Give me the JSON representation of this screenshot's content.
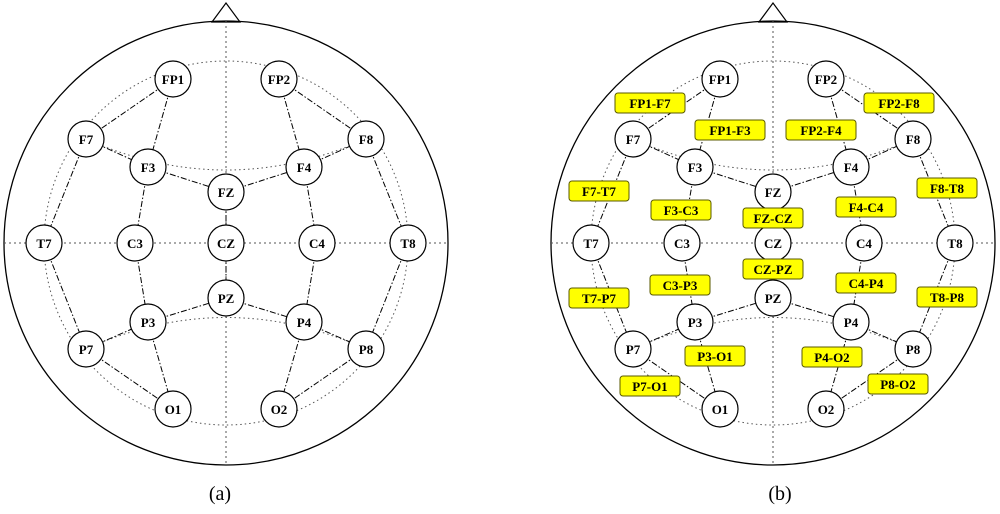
{
  "panels": [
    {
      "caption": "(a)",
      "show_bipolar_labels": false
    },
    {
      "caption": "(b)",
      "show_bipolar_labels": true
    }
  ],
  "electrodes": [
    "FP1",
    "FP2",
    "F7",
    "F3",
    "FZ",
    "F4",
    "F8",
    "T7",
    "C3",
    "CZ",
    "C4",
    "T8",
    "P7",
    "P3",
    "PZ",
    "P4",
    "P8",
    "O1",
    "O2"
  ],
  "bipolar_pairs": [
    {
      "label": "FP1-F7",
      "from": "FP1",
      "to": "F7"
    },
    {
      "label": "FP1-F3",
      "from": "FP1",
      "to": "F3"
    },
    {
      "label": "FP2-F8",
      "from": "FP2",
      "to": "F8"
    },
    {
      "label": "FP2-F4",
      "from": "FP2",
      "to": "F4"
    },
    {
      "label": "F7-T7",
      "from": "F7",
      "to": "T7"
    },
    {
      "label": "F3-C3",
      "from": "F3",
      "to": "C3"
    },
    {
      "label": "FZ-CZ",
      "from": "FZ",
      "to": "CZ"
    },
    {
      "label": "F4-C4",
      "from": "F4",
      "to": "C4"
    },
    {
      "label": "F8-T8",
      "from": "F8",
      "to": "T8"
    },
    {
      "label": "CZ-PZ",
      "from": "CZ",
      "to": "PZ"
    },
    {
      "label": "T7-P7",
      "from": "T7",
      "to": "P7"
    },
    {
      "label": "C3-P3",
      "from": "C3",
      "to": "P3"
    },
    {
      "label": "C4-P4",
      "from": "C4",
      "to": "P4"
    },
    {
      "label": "T8-P8",
      "from": "T8",
      "to": "P8"
    },
    {
      "label": "P3-O1",
      "from": "P3",
      "to": "O1"
    },
    {
      "label": "P4-O2",
      "from": "P4",
      "to": "O2"
    },
    {
      "label": "P7-O1",
      "from": "P7",
      "to": "O1"
    },
    {
      "label": "P8-O2",
      "from": "P8",
      "to": "O2"
    }
  ],
  "colors": {
    "label_fill": "#ffff00",
    "label_stroke": "#5a5a00",
    "line": "#000000",
    "grid": "#555555"
  }
}
